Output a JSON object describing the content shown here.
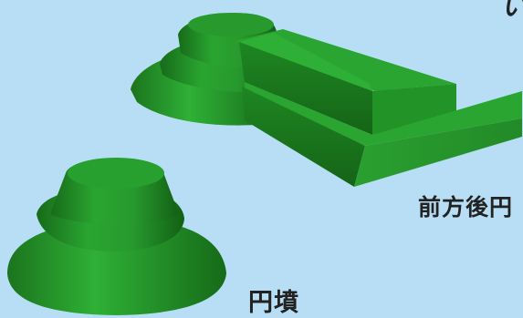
{
  "labels": {
    "keyhole_mound": "前方後円",
    "round_mound": "円墳",
    "partial_top": "い"
  },
  "colors": {
    "background": "#b7def5",
    "mound_dark": "#1a6e1a",
    "mound_mid": "#1f8a24",
    "mound_light": "#2da634",
    "mound_top": "#27992d",
    "text": "#222222"
  }
}
